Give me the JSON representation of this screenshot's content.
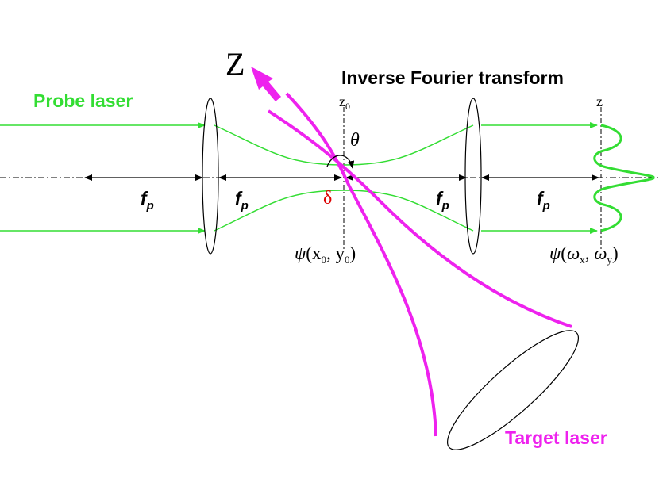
{
  "labels": {
    "probe_laser": "Probe laser",
    "inverse_fourier": "Inverse Fourier transform",
    "target_laser": "Target laser",
    "axis_Z": "Z",
    "z0_main": "z",
    "z0_sub": "0",
    "z_right": "z",
    "theta": "θ",
    "delta": "δ",
    "psi": "ψ",
    "psi_x_main": "x",
    "psi_x_sub": "0",
    "psi_y_main": "y",
    "psi_y_sub": "0",
    "omega": "ω",
    "omega_x_sub": "x",
    "omega_y_sub": "y",
    "fp_main": "f",
    "fp_sub": "p"
  },
  "colors": {
    "probe": "#33dd33",
    "target": "#ee22ee",
    "delta": "#dd0000",
    "ink": "#000000"
  }
}
